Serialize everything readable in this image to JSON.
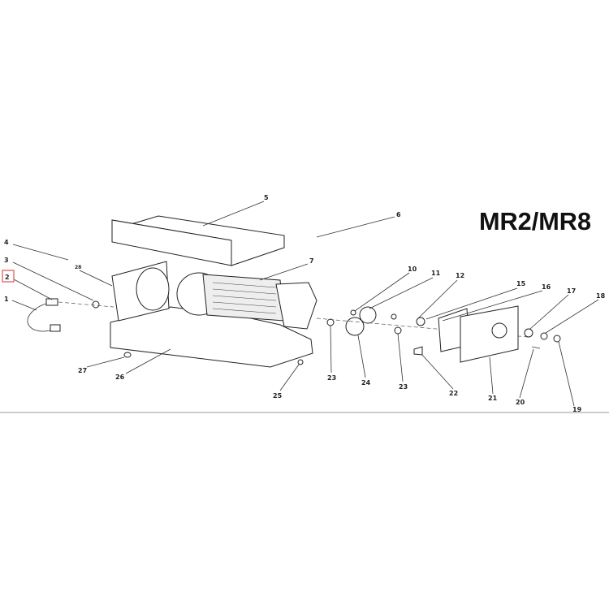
{
  "title": "MR2/MR8",
  "highlight_color": "#e57373",
  "highlighted_part": "2",
  "labels": {
    "p1": "1",
    "p2": "2",
    "p3": "3",
    "p4": "4",
    "p5": "5",
    "p6": "6",
    "p7": "7",
    "p10": "10",
    "p11": "11",
    "p12": "12",
    "p15": "15",
    "p16": "16",
    "p17": "17",
    "p18": "18",
    "p19": "19",
    "p20": "20",
    "p21": "21",
    "p22": "22",
    "p23a": "23",
    "p23b": "23",
    "p24": "24",
    "p25": "25",
    "p26": "26",
    "p27": "27",
    "p28": "28"
  }
}
